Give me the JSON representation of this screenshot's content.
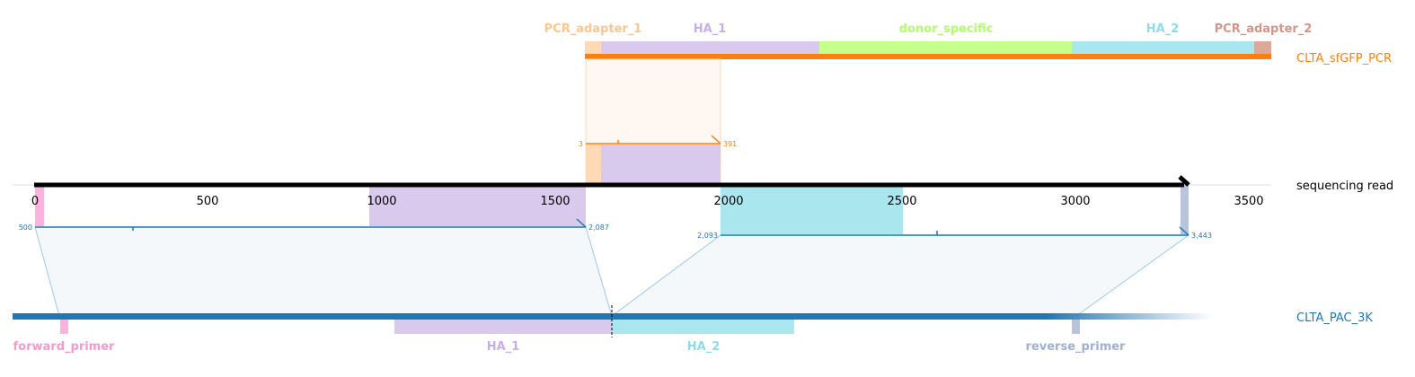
{
  "colors": {
    "orange": "#ff7f0e",
    "blue": "#1f77b4",
    "black": "#000000",
    "pcr_adapter_1": "#fdd9b5",
    "ha_1": "#cbb7e3",
    "donor_specific": "#c6ff8c",
    "ha_2": "#96e1ec",
    "pcr_adapter_2": "#dba99a",
    "forward_primer": "#f9a6d6",
    "reverse_primer": "#a9b7d4"
  },
  "top_track": {
    "label": "CLTA_sfGFP_PCR",
    "features": [
      {
        "name": "PCR_adapter_1",
        "color": "#fdd9b5",
        "label_color": "#fcc690"
      },
      {
        "name": "HA_1",
        "color": "#d9c9ec",
        "label_color": "#c7aee6"
      },
      {
        "name": "donor_specific",
        "color": "#c6ff8c",
        "label_color": "#b4fb6e"
      },
      {
        "name": "HA_2",
        "color": "#aae6ee",
        "label_color": "#8ddcea"
      },
      {
        "name": "PCR_adapter_2",
        "color": "#dba99a",
        "label_color": "#d4968a"
      }
    ],
    "alignment_coords": {
      "start": "3",
      "end": "391"
    }
  },
  "read_track": {
    "label": "sequencing read",
    "ticks": [
      "0",
      "500",
      "1000",
      "1500",
      "2000",
      "2500",
      "3000",
      "3500"
    ],
    "alignment_1_coords": {
      "start": "500",
      "end": "2,087"
    },
    "alignment_2_coords": {
      "start": "2,093",
      "end": "3,443"
    }
  },
  "bottom_track": {
    "label": "CLTA_PAC_3K",
    "features": [
      {
        "name": "forward_primer",
        "color": "#f9b3dc",
        "label_color": "#f59acd"
      },
      {
        "name": "HA_1",
        "color": "#d9c9ec",
        "label_color": "#c7aee6"
      },
      {
        "name": "HA_2",
        "color": "#aae6ee",
        "label_color": "#8ddcea"
      },
      {
        "name": "reverse_primer",
        "color": "#b8c4dc",
        "label_color": "#a0b0d0"
      }
    ]
  }
}
